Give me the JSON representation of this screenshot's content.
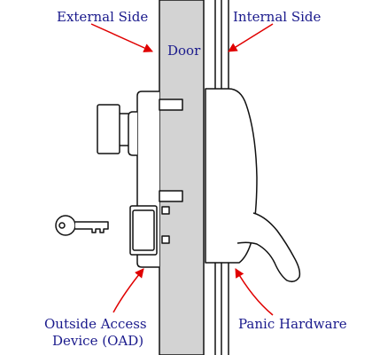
{
  "labels": {
    "external_side": "External Side",
    "internal_side": "Internal Side",
    "door": "Door",
    "oad_line1": "Outside Access",
    "oad_line2": "Device (OAD)",
    "panic_hardware": "Panic Hardware"
  },
  "colors": {
    "label_text": "#1a1a8c",
    "arrow": "#e00000",
    "door_fill": "#d3d3d3",
    "outline": "#111111"
  },
  "icons": {
    "key": "key-icon"
  }
}
